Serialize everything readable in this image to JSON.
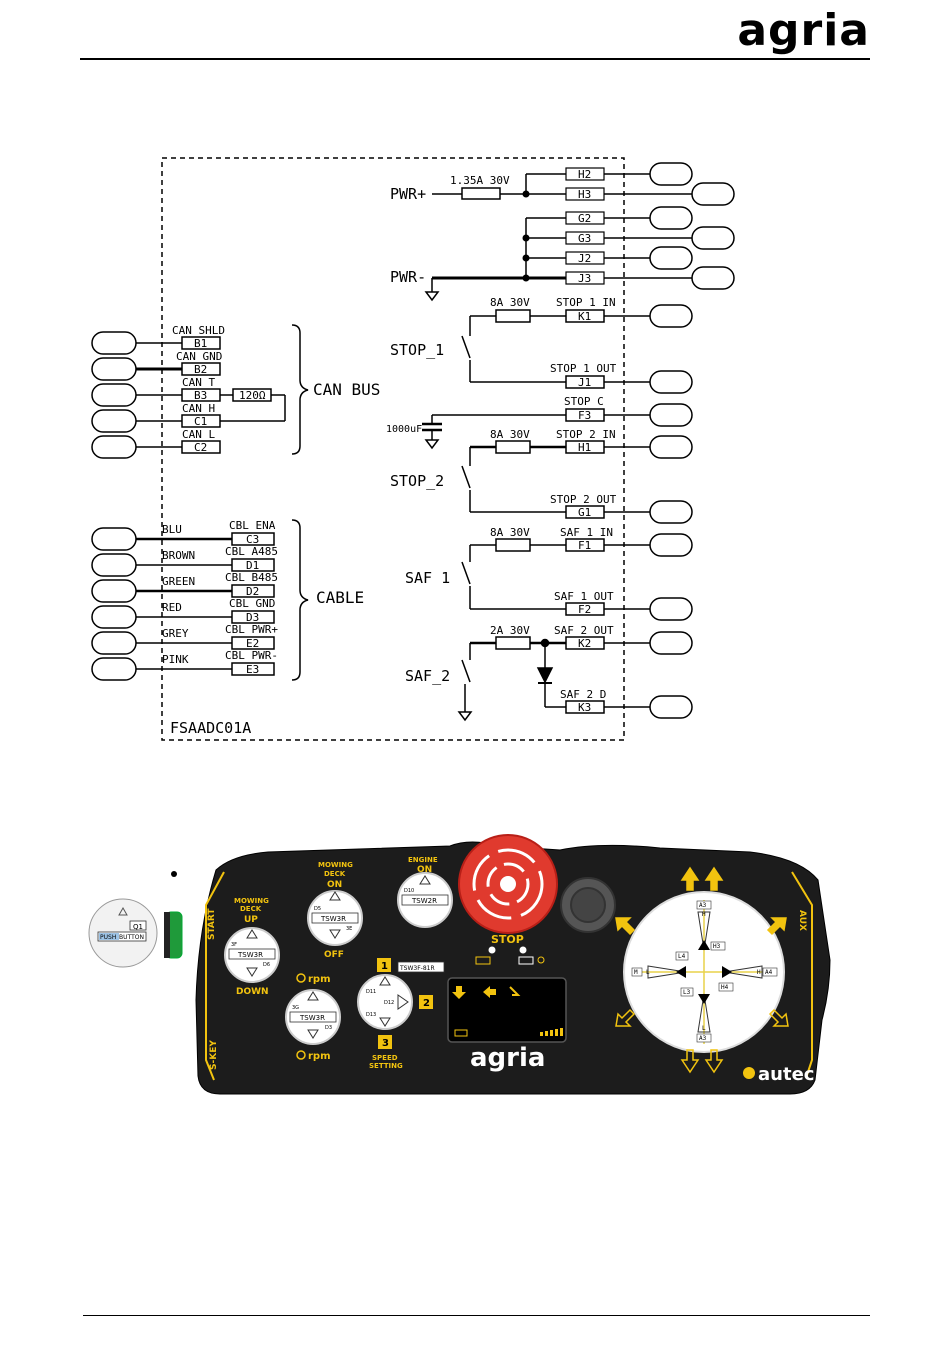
{
  "header": {
    "brand": "agria"
  },
  "schematic": {
    "module_name": "FSAADC01A",
    "power": {
      "pwr_pos": "PWR+",
      "pwr_neg": "PWR-",
      "fuse": "1.35A 30V",
      "pins": [
        "H2",
        "H3",
        "G2",
        "G3",
        "J2",
        "J3"
      ]
    },
    "can_bus": {
      "label": "CAN BUS",
      "resistor": "120Ω",
      "signals": [
        {
          "name": "CAN SHLD",
          "pin": "B1"
        },
        {
          "name": "CAN GND",
          "pin": "B2"
        },
        {
          "name": "CAN T",
          "pin": "B3"
        },
        {
          "name": "CAN H",
          "pin": "C1"
        },
        {
          "name": "CAN L",
          "pin": "C2"
        }
      ]
    },
    "cable": {
      "label": "CABLE",
      "wires": [
        {
          "color": "BLU",
          "signal": "CBL ENA",
          "pin": "C3"
        },
        {
          "color": "BROWN",
          "signal": "CBL A485",
          "pin": "D1"
        },
        {
          "color": "GREEN",
          "signal": "CBL B485",
          "pin": "D2"
        },
        {
          "color": "RED",
          "signal": "CBL GND",
          "pin": "D3"
        },
        {
          "color": "GREY",
          "signal": "CBL PWR+",
          "pin": "E2"
        },
        {
          "color": "PINK",
          "signal": "CBL PWR-",
          "pin": "E3"
        }
      ]
    },
    "stop1": {
      "switch": "STOP_1",
      "fuse": "8A 30V",
      "in": "STOP 1 IN",
      "in_pin": "K1",
      "out": "STOP 1 OUT",
      "out_pin": "J1"
    },
    "stop_c": {
      "cap": "1000uF",
      "signal": "STOP C",
      "pin": "F3"
    },
    "stop2": {
      "switch": "STOP_2",
      "fuse": "8A 30V",
      "in": "STOP 2 IN",
      "in_pin": "H1",
      "out": "STOP 2 OUT",
      "out_pin": "G1"
    },
    "saf1": {
      "switch": "SAF 1",
      "fuse": "8A 30V",
      "in": "SAF 1 IN",
      "in_pin": "F1",
      "out": "SAF 1 OUT",
      "out_pin": "F2"
    },
    "saf2": {
      "switch": "SAF_2",
      "fuse": "2A 30V",
      "out": "SAF 2 OUT",
      "out_pin": "K2",
      "d": "SAF 2 D",
      "d_pin": "K3"
    }
  },
  "panel": {
    "pushbutton": {
      "code": "Q1",
      "label_a": "PUSH",
      "label_b": "BUTTON"
    },
    "start": "START",
    "skey": "S-KEY",
    "aux": "AUX",
    "mowing_deck_updown": {
      "title_a": "MOWING",
      "title_b": "DECK",
      "up": "UP",
      "down": "DOWN",
      "switch": "TSW3R",
      "code_a": "3F",
      "code_b": "D6"
    },
    "mowing_deck_onoff": {
      "title_a": "MOWING",
      "title_b": "DECK",
      "on": "ON",
      "off": "OFF",
      "switch": "TSW3R",
      "code_a": "D5",
      "code_b": "3E"
    },
    "engine": {
      "title": "ENGINE",
      "on": "ON",
      "switch": "TSW2R",
      "code": "D10"
    },
    "rpm": {
      "plus": "rpm",
      "minus": "rpm",
      "switch": "TSW3R",
      "code_a": "3G",
      "code_b": "D3"
    },
    "speed": {
      "n1": "1",
      "n2": "2",
      "n3": "3",
      "switch": "TSW3F-81R",
      "title_a": "SPEED",
      "title_b": "SETTING",
      "c1": "D11",
      "c2": "D12",
      "c3": "D13"
    },
    "stop_label": "STOP",
    "brand": "agria",
    "maker": "autec",
    "joystick": {
      "up": "A3",
      "up2": "H",
      "h3": "H3",
      "left": "M",
      "left2": "L",
      "l4": "L4",
      "right": "H",
      "right2": "A4",
      "h4": "H4",
      "l3": "L3",
      "down": "A3",
      "down2": "L"
    }
  },
  "colors": {
    "panel": "#1c1c1c",
    "accent": "#f2c30f",
    "stop": "#e03a2e",
    "green": "#1f9a3a"
  }
}
